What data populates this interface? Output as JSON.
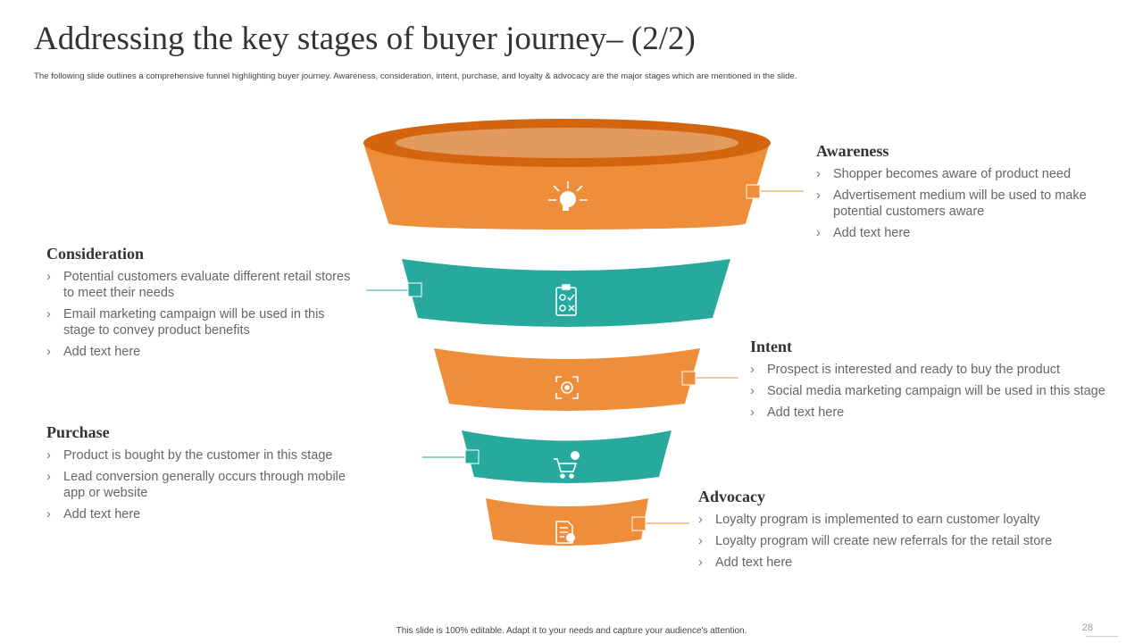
{
  "slide": {
    "title": "Addressing the key stages of buyer journey– (2/2)",
    "subtitle": "The following slide outlines a comprehensive funnel highlighting buyer journey. Awareness, consideration, intent, purchase, and loyalty & advocacy are the major stages which are mentioned in the slide.",
    "footer": "This slide is 100% editable. Adapt it to your needs and capture your audience's attention.",
    "page_number": "28"
  },
  "colors": {
    "orange": "#EE8E3B",
    "orange_rim": "#D4650F",
    "orange_inner": "#E39A5F",
    "teal": "#28A99E"
  },
  "stages": [
    {
      "title": "Awareness",
      "color": "orange",
      "icon": "brain-ideas-icon",
      "bullets": [
        "Shopper becomes aware of product need",
        "Advertisement medium will be used to make potential customers aware",
        "Add text here"
      ]
    },
    {
      "title": "Consideration",
      "color": "teal",
      "icon": "checklist-icon",
      "bullets": [
        "Potential customers evaluate different retail stores to meet their needs",
        "Email marketing campaign will be used in this stage to convey product benefits",
        "Add text here"
      ]
    },
    {
      "title": "Intent",
      "color": "orange",
      "icon": "target-focus-icon",
      "bullets": [
        "Prospect is interested and ready to buy the product",
        "Social media marketing campaign will be used in this stage",
        "Add text here"
      ]
    },
    {
      "title": "Purchase",
      "color": "teal",
      "icon": "shopping-cart-icon",
      "bullets": [
        "Product is bought by the customer in this stage",
        "Lead conversion generally occurs through mobile app or website",
        "Add text here"
      ]
    },
    {
      "title": "Advocacy",
      "color": "orange",
      "icon": "loyalty-document-icon",
      "bullets": [
        "Loyalty program is implemented to earn customer loyalty",
        "Loyalty program will create new referrals for the retail store",
        "Add text here"
      ]
    }
  ]
}
